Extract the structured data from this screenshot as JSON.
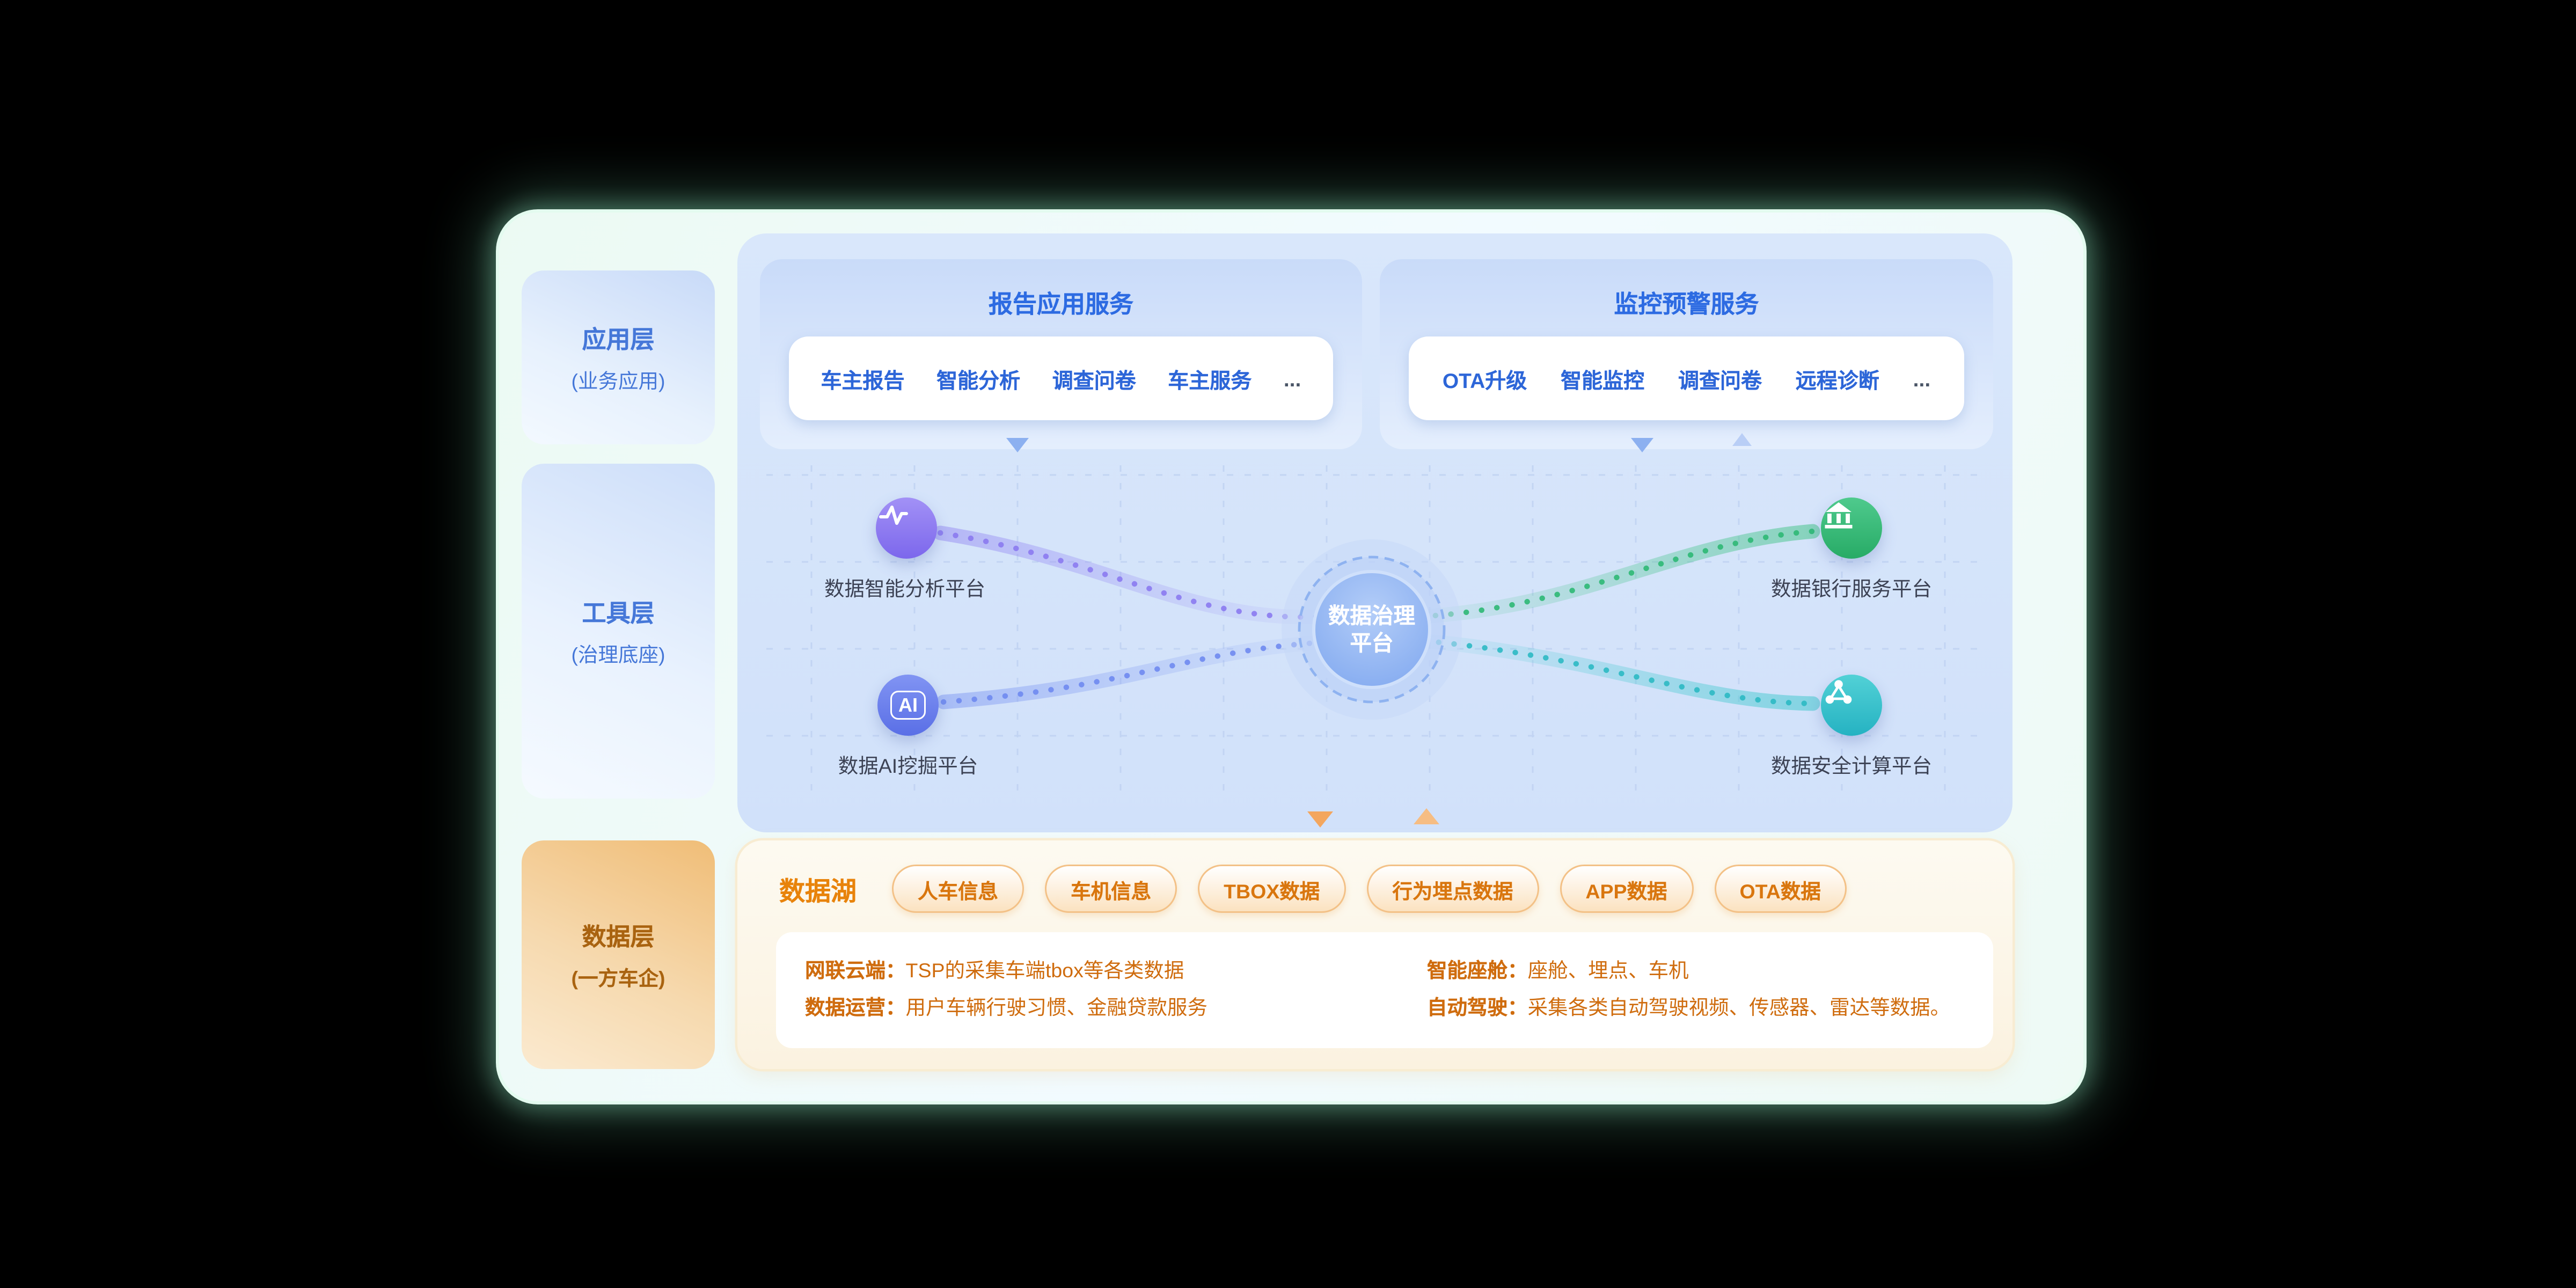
{
  "layers": {
    "app": {
      "title": "应用层",
      "subtitle": "(业务应用)"
    },
    "tool": {
      "title": "工具层",
      "subtitle": "(治理底座)"
    },
    "data": {
      "title": "数据层",
      "subtitle": "(一方车企)"
    }
  },
  "services": {
    "report": {
      "title": "报告应用服务",
      "items": [
        "车主报告",
        "智能分析",
        "调查问卷",
        "车主服务",
        "..."
      ]
    },
    "monitor": {
      "title": "监控预警服务",
      "items": [
        "OTA升级",
        "智能监控",
        "调查问卷",
        "远程诊断",
        "..."
      ]
    }
  },
  "governance": {
    "center": {
      "line1": "数据治理",
      "line2": "平台"
    },
    "ai_badge": "AI",
    "platforms": [
      {
        "name": "数据智能分析平台",
        "icon": "analysis-icon",
        "color": "#7c67ec"
      },
      {
        "name": "数据AI挖掘平台",
        "icon": "ai-icon",
        "color": "#5a6fe6"
      },
      {
        "name": "数据银行服务平台",
        "icon": "bank-icon",
        "color": "#27ab66"
      },
      {
        "name": "数据安全计算平台",
        "icon": "security-compute-icon",
        "color": "#25b2c2"
      }
    ]
  },
  "data_lake": {
    "title": "数据湖",
    "tags": [
      "人车信息",
      "车机信息",
      "TBOX数据",
      "行为埋点数据",
      "APP数据",
      "OTA数据"
    ],
    "details": [
      {
        "label": "网联云端：",
        "text": "TSP的采集车端tbox等各类数据"
      },
      {
        "label": "数据运营：",
        "text": "用户车辆行驶习惯、金融贷款服务"
      },
      {
        "label": "智能座舱：",
        "text": "座舱、埋点、车机"
      },
      {
        "label": "自动驾驶：",
        "text": "采集各类自动驾驶视频、传感器、雷达等数据。"
      }
    ]
  },
  "colors": {
    "accent_blue": "#2d6be2",
    "accent_orange": "#e8830b",
    "panel_glow": "#7ee9bb"
  }
}
